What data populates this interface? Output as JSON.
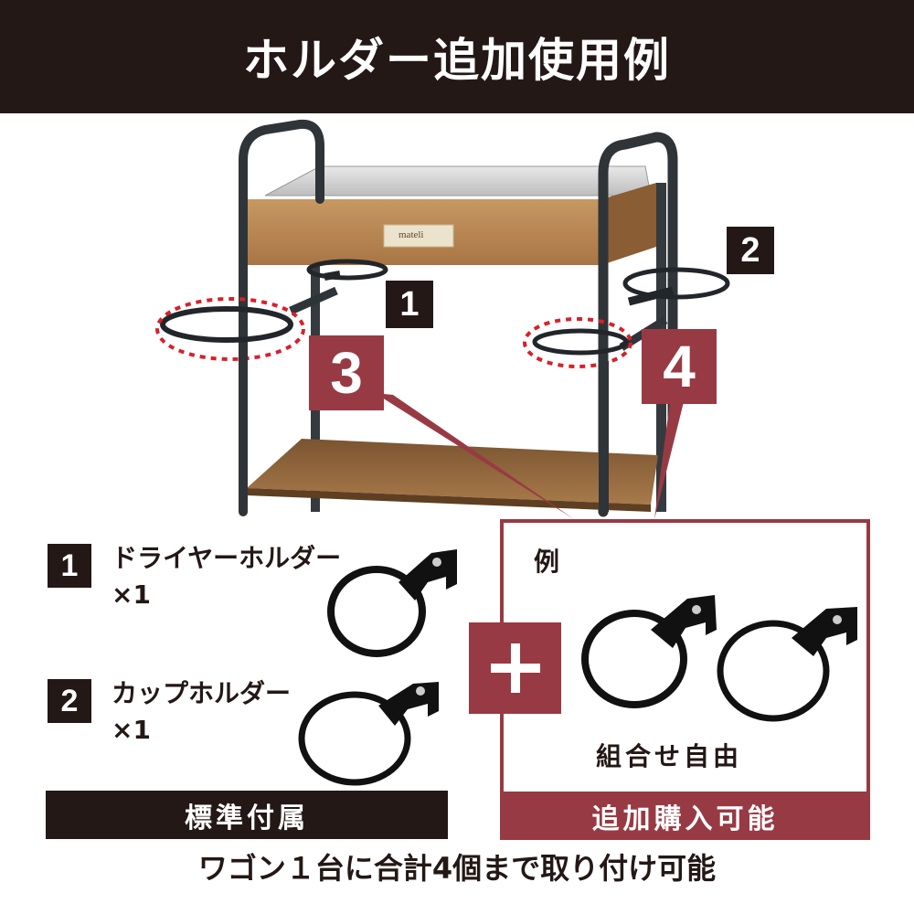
{
  "header": {
    "title": "ホルダー追加使用例"
  },
  "product": {
    "brand_plate": "mateli",
    "callouts": [
      {
        "number": "1",
        "style": "dark"
      },
      {
        "number": "2",
        "style": "dark"
      },
      {
        "number": "3",
        "style": "red"
      },
      {
        "number": "4",
        "style": "red"
      }
    ]
  },
  "standard": {
    "items": [
      {
        "number": "1",
        "name": "ドライヤーホルダー",
        "qty": "×1"
      },
      {
        "number": "2",
        "name": "カップホルダー",
        "qty": "×1"
      }
    ],
    "label": "標準付属"
  },
  "optional": {
    "example_label": "例",
    "combination_label": "組合せ自由",
    "label": "追加購入可能"
  },
  "footer": {
    "note": "ワゴン１台に合計4個まで取り付け可能"
  },
  "colors": {
    "dark": "#231815",
    "accent": "#983a43",
    "wood": "#b98a55",
    "metal": "#2b2f33"
  }
}
